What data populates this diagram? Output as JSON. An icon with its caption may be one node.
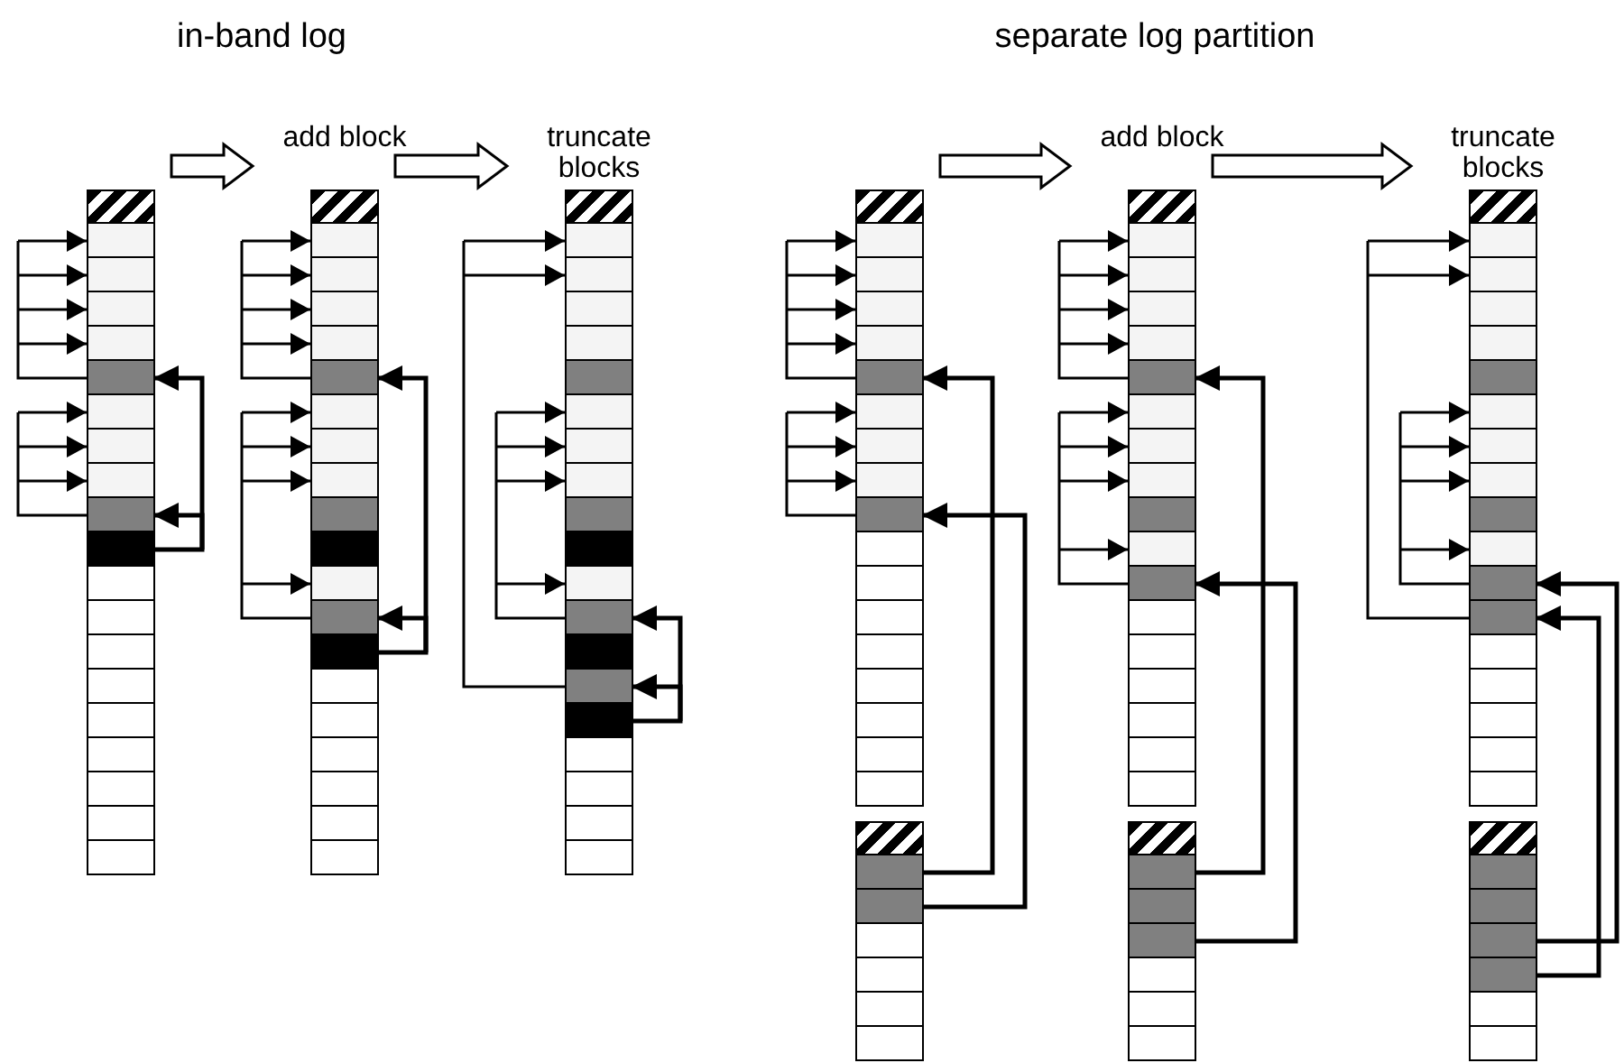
{
  "diagram": {
    "nodes": [
      {
        "text": [],
        "shape": "bar"
      },
      {
        "text": [],
        "shape": "bar"
      },
      {
        "text": [],
        "shape": "bar"
      },
      {
        "text": [],
        "shape": "bar"
      },
      {
        "text": [],
        "shape": "bar"
      },
      {
        "text": [],
        "shape": "bar"
      },
      {
        "text": [],
        "shape": "bar"
      },
      {
        "text": [],
        "shape": "bar"
      },
      {
        "text": [],
        "shape": "bar"
      }
    ],
    "edges": [
      {
        "from": 0,
        "to": 1,
        "arrow": "to",
        "label": "add block"
      },
      {
        "from": 1,
        "to": 2,
        "arrow": "to",
        "label": "truncate blocks"
      },
      {
        "from": 3,
        "to": 4,
        "arrow": "to",
        "label": "add block"
      },
      {
        "from": 4,
        "to": 5,
        "arrow": "to",
        "label": "truncate blocks"
      },
      {
        "from": 6,
        "to": 3,
        "arrow": "to"
      },
      {
        "from": 6,
        "to": 3,
        "arrow": "to"
      },
      {
        "from": 7,
        "to": 4,
        "arrow": "to"
      },
      {
        "from": 7,
        "to": 4,
        "arrow": "to"
      },
      {
        "from": 8,
        "to": 5,
        "arrow": "to"
      },
      {
        "from": 8,
        "to": 5,
        "arrow": "to"
      }
    ],
    "labels": [
      "in-band log",
      "separate log partition"
    ]
  }
}
